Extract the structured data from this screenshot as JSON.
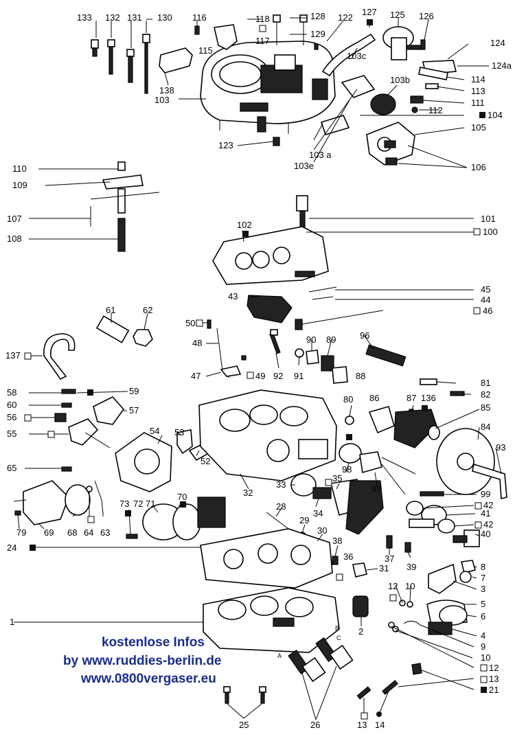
{
  "promo": {
    "line1": "kostenlose Infos",
    "line2": "by www.ruddies-berlin.de",
    "line3": "www.0800vergaser.eu"
  },
  "letters": {
    "a": "A",
    "b": "B",
    "c": "C"
  },
  "labels": {
    "l133": "133",
    "l132": "132",
    "l131": "131",
    "l130": "130",
    "l116": "116",
    "l118": "118",
    "l128": "128",
    "l122": "122",
    "l127": "127",
    "l125": "125",
    "l126": "126",
    "l124": "124",
    "l124a": "124a",
    "l117": "117",
    "l129": "129",
    "l115": "115",
    "l103c": "103c",
    "l138": "138",
    "l114": "114",
    "l103b": "103b",
    "l113": "113",
    "l103": "103",
    "l111": "111",
    "l112": "112",
    "l104": "104",
    "l105": "105",
    "l123": "123",
    "l103a": "103 a",
    "l106": "106",
    "l103e": "103e",
    "l110": "110",
    "l109": "109",
    "l107": "107",
    "l108": "108",
    "l101": "101",
    "l100": "100",
    "l102": "102",
    "l45": "45",
    "l43": "43",
    "l44": "44",
    "l61": "61",
    "l62": "62",
    "l46": "46",
    "l50": "50",
    "l96": "96",
    "l48": "48",
    "l90": "90",
    "l89": "89",
    "l137": "137",
    "l49": "49",
    "l47": "47",
    "l92": "92",
    "l91": "91",
    "l88": "88",
    "l81": "81",
    "l58": "58",
    "l59": "59",
    "l82": "82",
    "l60": "60",
    "l57": "57",
    "l80": "80",
    "l86": "86",
    "l87": "87",
    "l136": "136",
    "l85": "85",
    "l56": "56",
    "l55": "55",
    "l54": "54",
    "l53": "53",
    "l84": "84",
    "l52": "52",
    "l93": "93",
    "l98": "98",
    "l65": "65",
    "l97": "97",
    "l32": "32",
    "l33": "33",
    "l35": "35",
    "l99": "99",
    "l70": "70",
    "l73": "73",
    "l72": "72",
    "l71": "71",
    "l42a": "42",
    "l34": "34",
    "l41": "41",
    "l79": "79",
    "l69": "69",
    "l68": "68",
    "l64": "64",
    "l63": "63",
    "l28": "28",
    "l42b": "42",
    "l40": "40",
    "l24": "24",
    "l29": "29",
    "l30": "30",
    "l37": "37",
    "l38": "38",
    "l36": "36",
    "l39": "39",
    "l8": "8",
    "l31": "31",
    "l7": "7",
    "l3": "3",
    "l12a": "12",
    "l10a": "10",
    "l5": "5",
    "l1": "1",
    "l2": "2",
    "l6": "6",
    "l4": "4",
    "l9": "9",
    "l10b": "10",
    "l12b": "12",
    "l13a": "13",
    "l21": "21",
    "l25": "25",
    "l26": "26",
    "l13b": "13",
    "l14": "14"
  },
  "colors": {
    "promo_text": "#1a2b8c",
    "ink": "#000000"
  }
}
